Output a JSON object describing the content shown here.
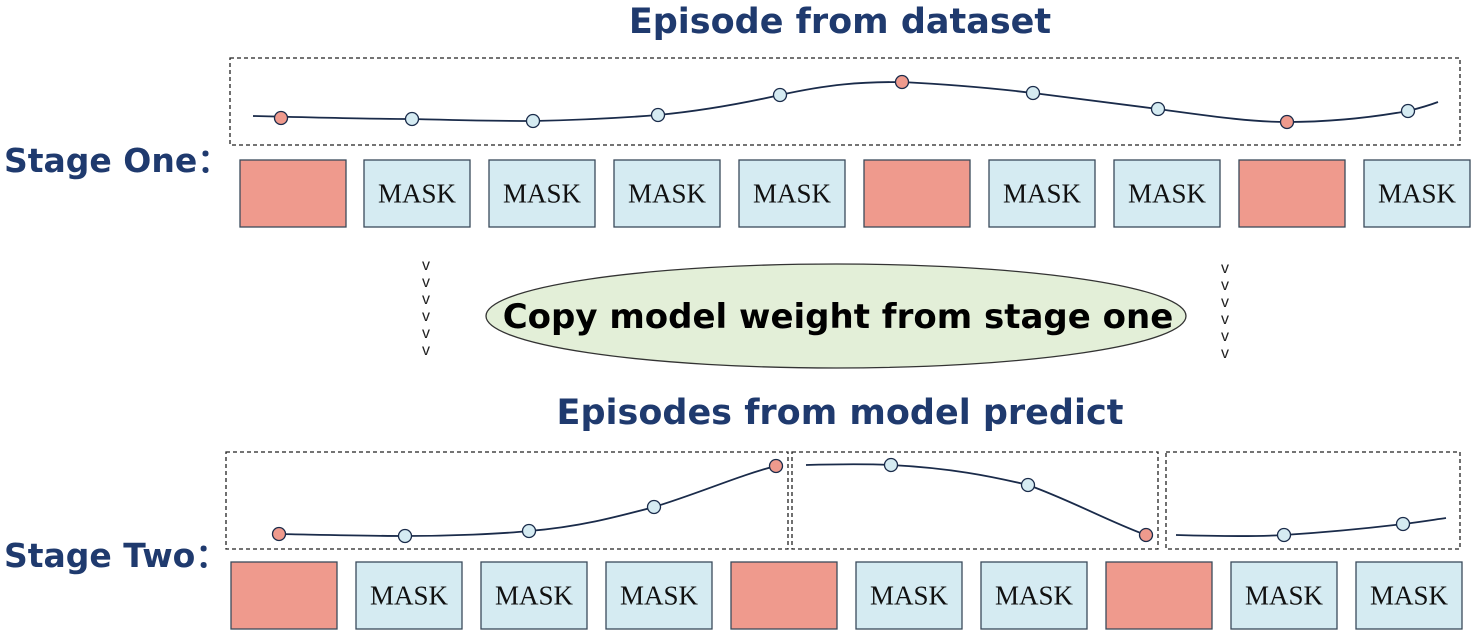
{
  "titles": {
    "top": "Episode from dataset",
    "middle": "Episodes from model predict"
  },
  "stages": {
    "one": "Stage One：",
    "two": "Stage Two："
  },
  "ellipse_label": "Copy model weight from stage one",
  "arrow_glyph": "v",
  "colors": {
    "title": "#1f3a6e",
    "key_frame": "#ef9a8d",
    "mask_box": "#d5ebf2",
    "ellipse_fill": "#e3efd8",
    "point_blue": "#d5ebf2",
    "point_red": "#ef9a8d"
  },
  "stage_one_sequence": [
    "key",
    "MASK",
    "MASK",
    "MASK",
    "MASK",
    "key",
    "MASK",
    "MASK",
    "key",
    "MASK"
  ],
  "stage_two_sequence": [
    "key",
    "MASK",
    "MASK",
    "MASK",
    "key",
    "MASK",
    "MASK",
    "key",
    "MASK",
    "MASK"
  ],
  "stage_one_points": [
    "red",
    "blue",
    "blue",
    "blue",
    "blue",
    "red",
    "blue",
    "blue",
    "red",
    "blue"
  ],
  "stage_two_segments": [
    [
      "red",
      "blue",
      "blue",
      "blue",
      "red"
    ],
    [
      "blue",
      "blue",
      "red"
    ],
    [
      "blue",
      "blue"
    ]
  ]
}
